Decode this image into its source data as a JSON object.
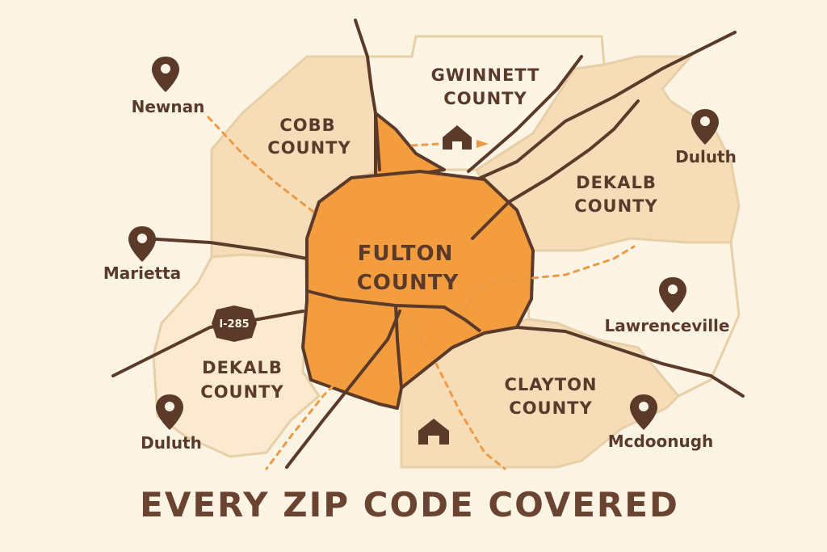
{
  "colors": {
    "background": "#fbf3e4",
    "county_fill": "#f6ddb8",
    "county_light": "#fdf4e6",
    "county_border": "#e7cfa6",
    "fulton_fill": "#f39d3f",
    "road": "#5b3a29",
    "dashed_route": "#ee9a45",
    "text": "#5a3a2a"
  },
  "counties": {
    "cobb": {
      "line1": "COBB",
      "line2": "COUNTY"
    },
    "gwinnett": {
      "line1": "GWINNETT",
      "line2": "COUNTY"
    },
    "dekalb_east": {
      "line1": "DEKALB",
      "line2": "COUNTY"
    },
    "dekalb_west": {
      "line1": "DEKALB",
      "line2": "COUNTY"
    },
    "clayton": {
      "line1": "CLAYTON",
      "line2": "COUNTY"
    },
    "fulton": {
      "line1": "FULTON",
      "line2": "COUNTY"
    }
  },
  "cities": {
    "newnan": "Newnan",
    "marietta": "Marietta",
    "duluth_west": "Duluth",
    "duluth_east": "Duluth",
    "lawrenceville": "Lawrenceville",
    "mcdonough": "Mcdoonugh"
  },
  "highway_shield": "I-285",
  "icons": {
    "pin": "map-pin-icon",
    "home": "house-icon"
  },
  "headline": "EVERY ZIP CODE COVERED"
}
